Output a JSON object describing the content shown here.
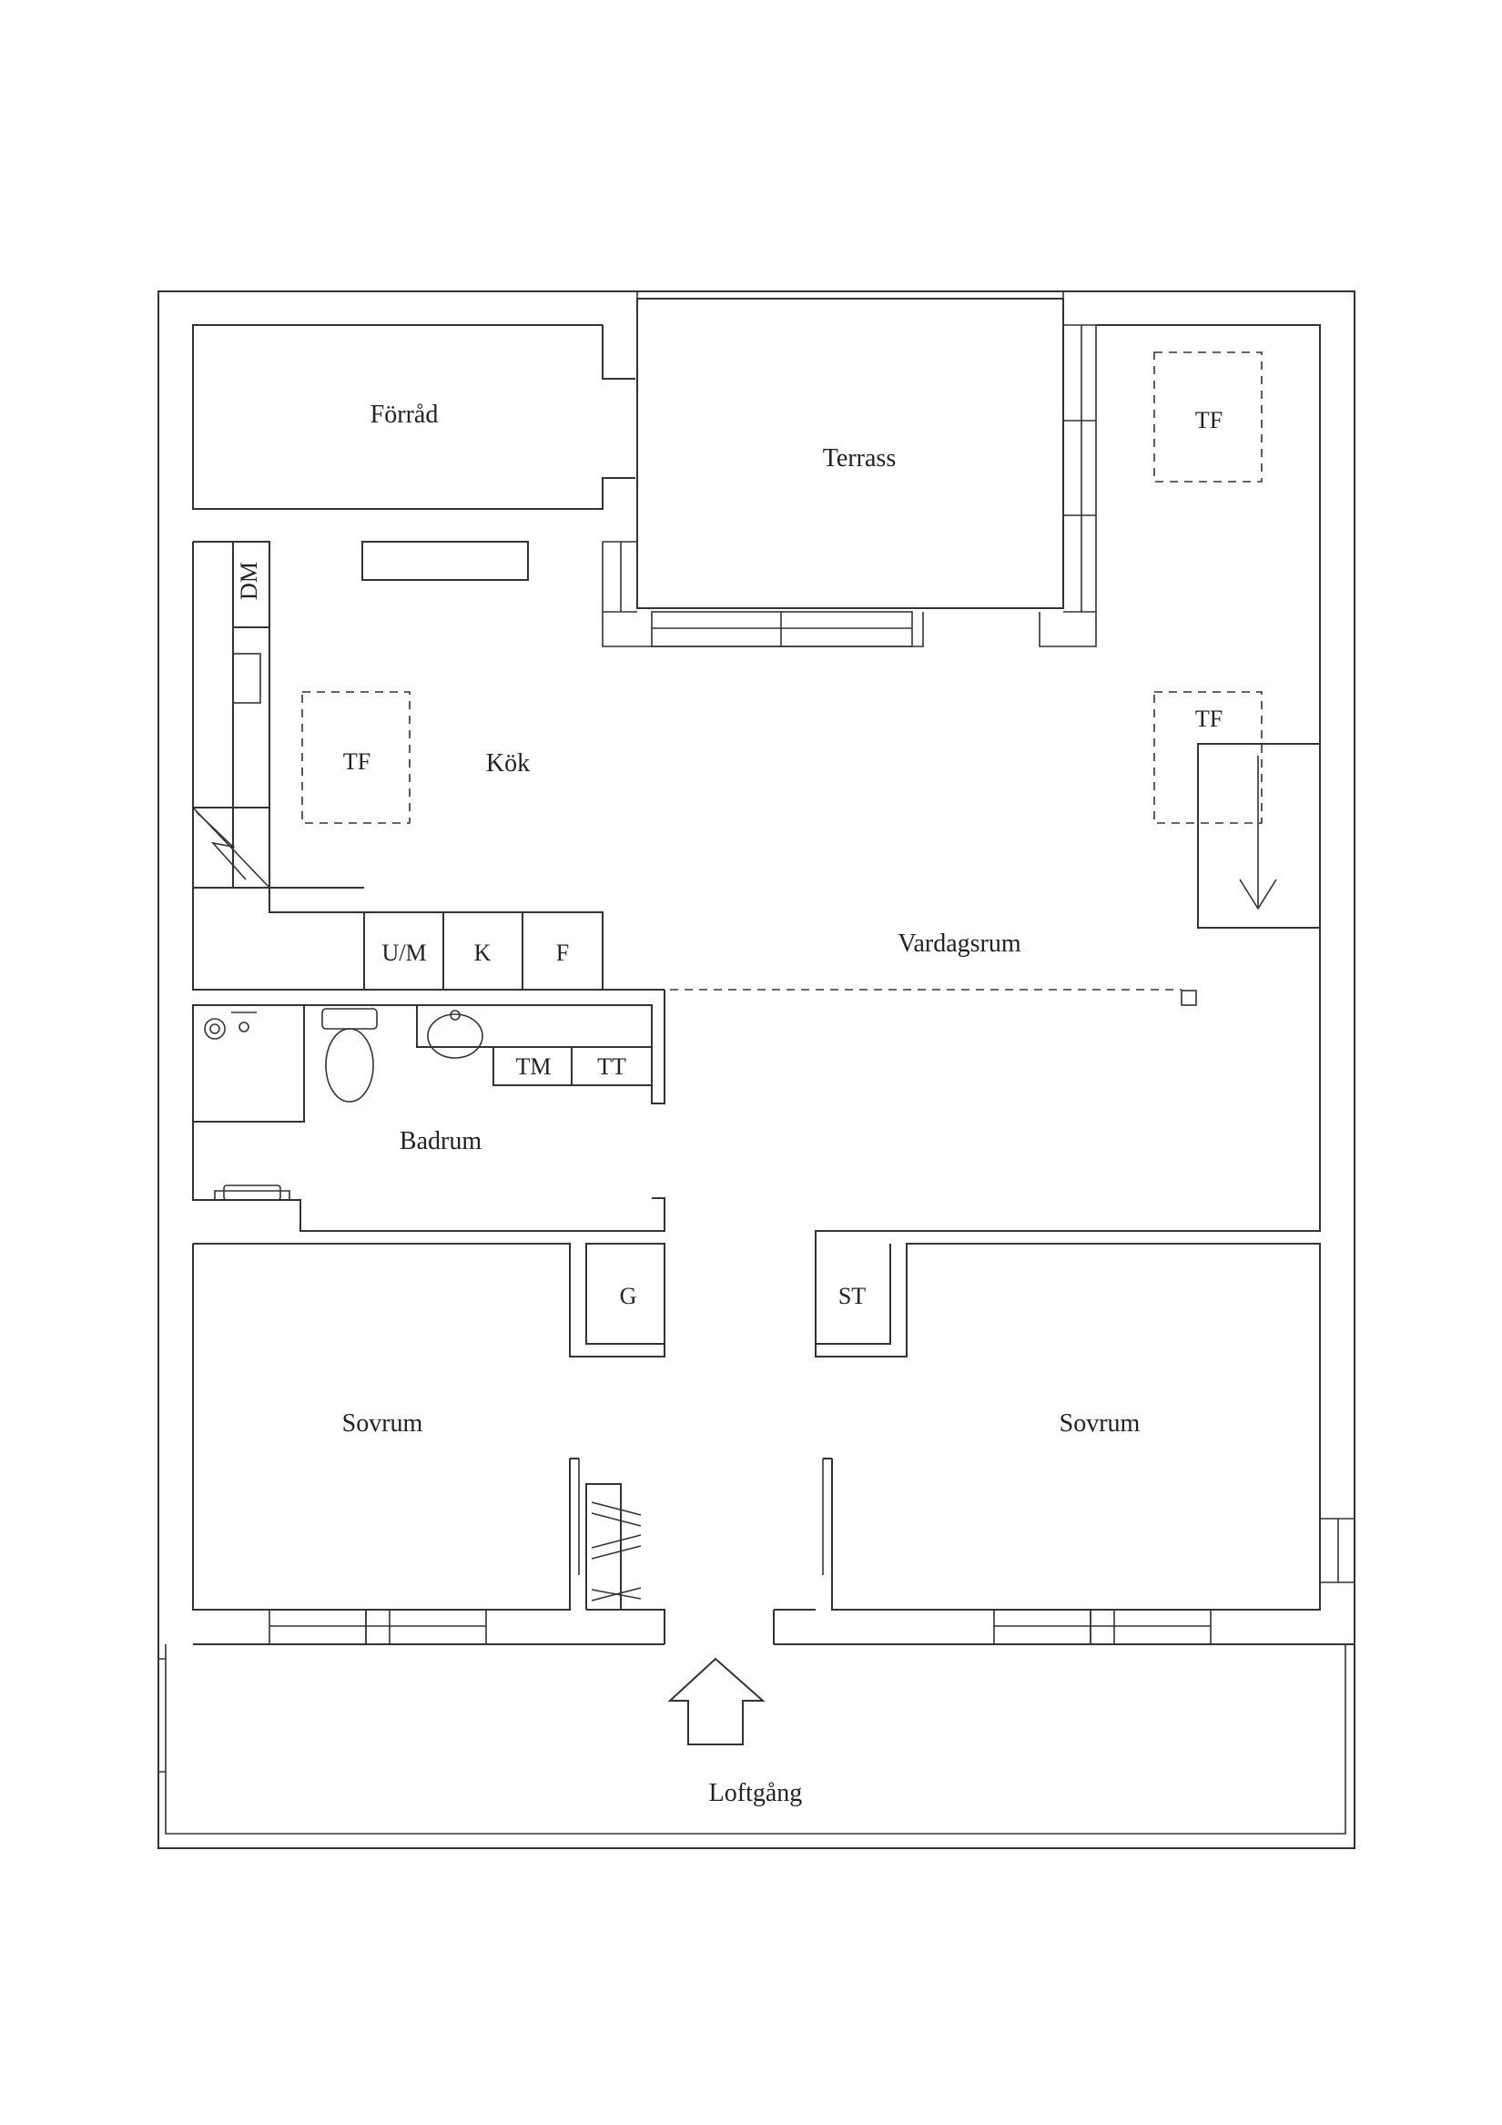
{
  "rooms": {
    "forrad": "Förråd",
    "terrass": "Terrass",
    "kok": "Kök",
    "vardagsrum": "Vardagsrum",
    "badrum": "Badrum",
    "sovrum_left": "Sovrum",
    "sovrum_right": "Sovrum",
    "loftgang": "Loftgång"
  },
  "fixtures": {
    "dm": "DM",
    "tf_top": "TF",
    "tf_kitchen": "TF",
    "tf_living": "TF",
    "um": "U/M",
    "k": "K",
    "f": "F",
    "tm": "TM",
    "tt": "TT",
    "g": "G",
    "st": "ST"
  },
  "colors": {
    "line": "#333333",
    "text": "#222222",
    "background": "#ffffff"
  }
}
